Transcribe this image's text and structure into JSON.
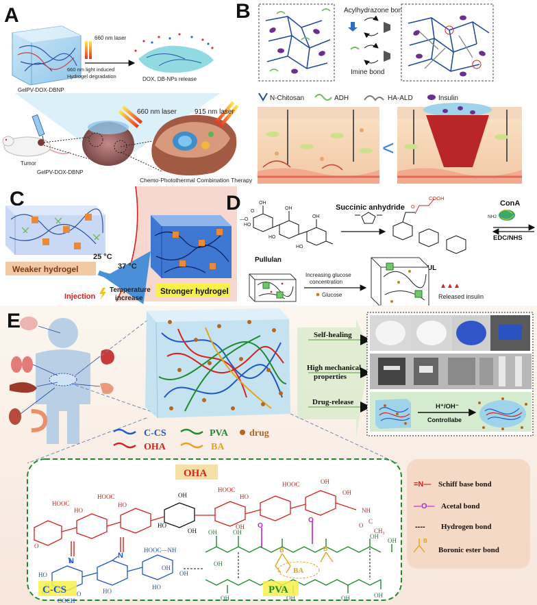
{
  "panels": {
    "a": {
      "label": "A",
      "laser_top": "660 nm laser",
      "induced_line1": "660 nm light induced",
      "induced_line2": "Hydrogel degradation",
      "gel_name": "GelPV-DOX-DBNP",
      "release": "DOX, DB-NPs release",
      "laser_mid": "660 nm laser",
      "laser_right": "915 nm laser",
      "tumor": "Tumor",
      "mouse_gel": "GelPV-DOX-DBNP",
      "therapy": "Chemo-Photothermal Combination Therapy"
    },
    "b": {
      "label": "B",
      "bond1": "Acylhydrazone bond",
      "bond2": "Imine bond",
      "legend": [
        "N-Chitosan",
        "ADH",
        "HA-ALD",
        "Insulin"
      ],
      "arrow": "<"
    },
    "c": {
      "label": "C",
      "temp1": "25 °C",
      "temp2": "37 °C",
      "weak": "Weaker hydrogel",
      "strong": "Stronger hydrogel",
      "injection": "Injection",
      "temp_line1": "Temperature",
      "temp_line2": "increase"
    },
    "d": {
      "label": "D",
      "succinic": "Succinic anhydride",
      "cona": "ConA",
      "edc": "EDC/NHS",
      "pullulan": "Pullulan",
      "cpul": "CPUL",
      "cooh": "COOH",
      "nh2": "NH2",
      "inc_line1": "Increasing glucose",
      "inc_line2": "concentration",
      "glucose": "Glucose",
      "released": "Released insulin"
    },
    "e": {
      "label": "E",
      "self_healing": "Self-healing",
      "mech_line1": "High mechanical",
      "mech_line2": "properties",
      "drug_release": "Drug-release",
      "ph": "H⁺/OH⁻",
      "controllable": "Controllabe",
      "legend_ccs": "C-CS",
      "legend_pva": "PVA",
      "legend_drug": "drug",
      "legend_oha": "OHA",
      "legend_ba": "BA",
      "oha_box": "OHA",
      "ccs_box": "C-CS",
      "pva_box": "PVA",
      "ba_tag": "BA",
      "bonds": [
        {
          "symbol": "=N—",
          "text": "Schiff base bond"
        },
        {
          "symbol": "—O—",
          "text": "Acetal bond"
        },
        {
          "symbol": "----",
          "text": "Hydrogen bond"
        },
        {
          "symbol": "B",
          "text": "Boronic ester bond"
        }
      ]
    }
  },
  "colors": {
    "ccs": "#1f57c8",
    "oha": "#d8201c",
    "pva": "#1d8a2c",
    "ba": "#e6a21c",
    "drug": "#b8661d",
    "acetal": "#c020c8"
  }
}
